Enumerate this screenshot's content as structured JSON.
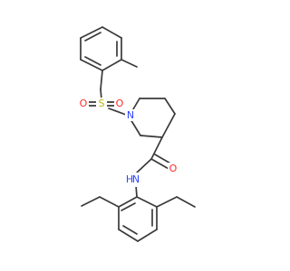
{
  "molecule": {
    "atoms": {
      "sulfur": "S",
      "oxygen_left": "O",
      "oxygen_right": "O",
      "ring_nitrogen": "N",
      "amide_nitrogen": "N",
      "amide_hydrogen": "H",
      "carbonyl_oxygen": "O"
    },
    "colors": {
      "bond": "#3a3a3a",
      "sulfur": "#b8b800",
      "oxygen": "#ff2a2a",
      "nitrogen": "#2f45ff"
    }
  }
}
